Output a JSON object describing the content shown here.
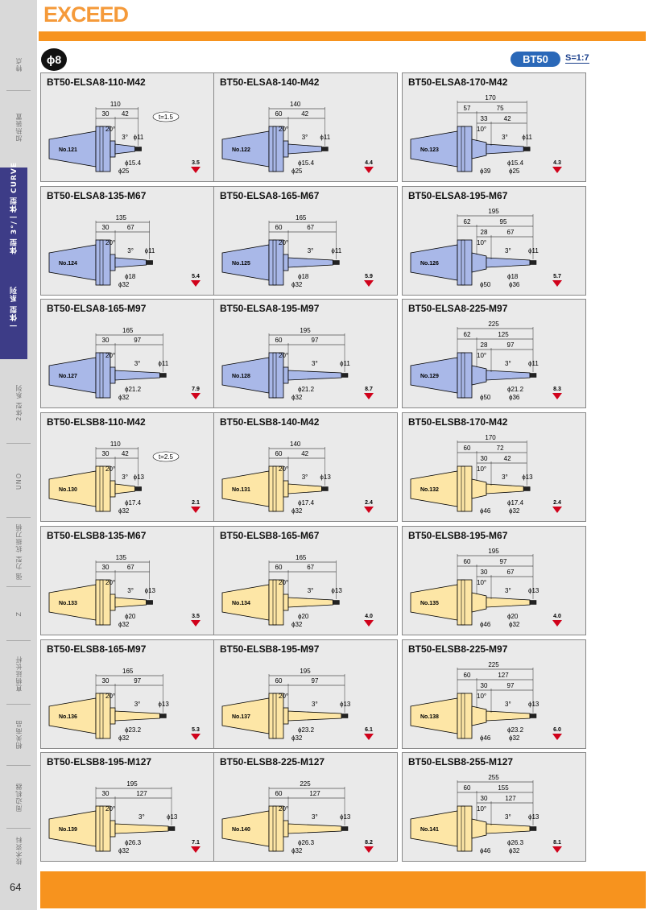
{
  "header": {
    "logo": "EXCEED",
    "diameter_badge": "ϕ8",
    "holder_badge": "BT50",
    "scale": "S=1:7"
  },
  "page_number": "64",
  "sidebar": {
    "items": [
      {
        "label": "特点",
        "active": false
      },
      {
        "label": "加热装置",
        "active": false
      },
      {
        "label": "一体型 3°/一体型 CURVE",
        "active": true
      },
      {
        "label": "一体型 系列",
        "active": true
      },
      {
        "label": "2体型 系列",
        "active": false
      },
      {
        "label": "UNO",
        "active": false
      },
      {
        "label": "强 力型 抗振刀柄",
        "active": false
      },
      {
        "label": "Z",
        "active": false
      },
      {
        "label": "直柄延长杆",
        "active": false
      },
      {
        "label": "相关商品",
        "active": false
      },
      {
        "label": "周边机器",
        "active": false
      },
      {
        "label": "技术资料",
        "active": false
      }
    ]
  },
  "colors": {
    "blue_body": "#a9b8e8",
    "yellow_body": "#fde6a6",
    "orange": "#f7931e",
    "arrow_red": "#d0021b"
  },
  "products": [
    {
      "model": "BT50-ELSA8-110-M42",
      "no": "No.121",
      "color": "blue",
      "L": "110",
      "a": "30",
      "b": "42",
      "angle": "20°",
      "taper": "3°",
      "d_tip": "ϕ11",
      "d1": "ϕ15.4",
      "d2": "ϕ25",
      "weight": "3.5",
      "t_note": "t=1.5"
    },
    {
      "model": "BT50-ELSA8-140-M42",
      "no": "No.122",
      "color": "blue",
      "L": "140",
      "a": "60",
      "b": "42",
      "angle": "20°",
      "taper": "3°",
      "d_tip": "ϕ11",
      "d1": "ϕ15.4",
      "d2": "ϕ25",
      "weight": "4.4"
    },
    {
      "model": "BT50-ELSA8-170-M42",
      "no": "No.123",
      "color": "blue",
      "L": "170",
      "a": "57",
      "b": "75",
      "c": "33",
      "e": "42",
      "angle": "10°",
      "taper": "3°",
      "d_tip": "ϕ11",
      "d1": "ϕ15.4",
      "d2": "ϕ25",
      "d3": "ϕ39",
      "weight": "4.3"
    },
    {
      "model": "BT50-ELSA8-135-M67",
      "no": "No.124",
      "color": "blue",
      "L": "135",
      "a": "30",
      "b": "67",
      "angle": "20°",
      "taper": "3°",
      "d_tip": "ϕ11",
      "d1": "ϕ18",
      "d2": "ϕ32",
      "weight": "5.4"
    },
    {
      "model": "BT50-ELSA8-165-M67",
      "no": "No.125",
      "color": "blue",
      "L": "165",
      "a": "60",
      "b": "67",
      "angle": "20°",
      "taper": "3°",
      "d_tip": "ϕ11",
      "d1": "ϕ18",
      "d2": "ϕ32",
      "weight": "5.9"
    },
    {
      "model": "BT50-ELSA8-195-M67",
      "no": "No.126",
      "color": "blue",
      "L": "195",
      "a": "62",
      "b": "95",
      "c": "28",
      "e": "67",
      "angle": "10°",
      "taper": "3°",
      "d_tip": "ϕ11",
      "d1": "ϕ18",
      "d2": "ϕ36",
      "d3": "ϕ50",
      "weight": "5.7"
    },
    {
      "model": "BT50-ELSA8-165-M97",
      "no": "No.127",
      "color": "blue",
      "L": "165",
      "a": "30",
      "b": "97",
      "angle": "20°",
      "taper": "3°",
      "d_tip": "ϕ11",
      "d1": "ϕ21.2",
      "d2": "ϕ32",
      "weight": "7.9"
    },
    {
      "model": "BT50-ELSA8-195-M97",
      "no": "No.128",
      "color": "blue",
      "L": "195",
      "a": "60",
      "b": "97",
      "angle": "20°",
      "taper": "3°",
      "d_tip": "ϕ11",
      "d1": "ϕ21.2",
      "d2": "ϕ32",
      "weight": "8.7"
    },
    {
      "model": "BT50-ELSA8-225-M97",
      "no": "No.129",
      "color": "blue",
      "L": "225",
      "a": "62",
      "b": "125",
      "c": "28",
      "e": "97",
      "angle": "10°",
      "taper": "3°",
      "d_tip": "ϕ11",
      "d1": "ϕ21.2",
      "d2": "ϕ36",
      "d3": "ϕ50",
      "weight": "8.3"
    },
    {
      "model": "BT50-ELSB8-110-M42",
      "no": "No.130",
      "color": "yellow",
      "L": "110",
      "a": "30",
      "b": "42",
      "angle": "20°",
      "taper": "3°",
      "d_tip": "ϕ13",
      "d1": "ϕ17.4",
      "d2": "ϕ32",
      "weight": "2.1",
      "t_note": "t=2.5"
    },
    {
      "model": "BT50-ELSB8-140-M42",
      "no": "No.131",
      "color": "yellow",
      "L": "140",
      "a": "60",
      "b": "42",
      "angle": "20°",
      "taper": "3°",
      "d_tip": "ϕ13",
      "d1": "ϕ17.4",
      "d2": "ϕ32",
      "weight": "2.4"
    },
    {
      "model": "BT50-ELSB8-170-M42",
      "no": "No.132",
      "color": "yellow",
      "L": "170",
      "a": "60",
      "b": "72",
      "c": "30",
      "e": "42",
      "angle": "10°",
      "taper": "3°",
      "d_tip": "ϕ13",
      "d1": "ϕ17.4",
      "d2": "ϕ32",
      "d3": "ϕ46",
      "weight": "2.4"
    },
    {
      "model": "BT50-ELSB8-135-M67",
      "no": "No.133",
      "color": "yellow",
      "L": "135",
      "a": "30",
      "b": "67",
      "angle": "20°",
      "taper": "3°",
      "d_tip": "ϕ13",
      "d1": "ϕ20",
      "d2": "ϕ32",
      "weight": "3.5"
    },
    {
      "model": "BT50-ELSB8-165-M67",
      "no": "No.134",
      "color": "yellow",
      "L": "165",
      "a": "60",
      "b": "67",
      "angle": "20°",
      "taper": "3°",
      "d_tip": "ϕ13",
      "d1": "ϕ20",
      "d2": "ϕ32",
      "weight": "4.0"
    },
    {
      "model": "BT50-ELSB8-195-M67",
      "no": "No.135",
      "color": "yellow",
      "L": "195",
      "a": "60",
      "b": "97",
      "c": "30",
      "e": "67",
      "angle": "10°",
      "taper": "3°",
      "d_tip": "ϕ13",
      "d1": "ϕ20",
      "d2": "ϕ32",
      "d3": "ϕ46",
      "weight": "4.0"
    },
    {
      "model": "BT50-ELSB8-165-M97",
      "no": "No.136",
      "color": "yellow",
      "L": "165",
      "a": "30",
      "b": "97",
      "angle": "20°",
      "taper": "3°",
      "d_tip": "ϕ13",
      "d1": "ϕ23.2",
      "d2": "ϕ32",
      "weight": "5.3"
    },
    {
      "model": "BT50-ELSB8-195-M97",
      "no": "No.137",
      "color": "yellow",
      "L": "195",
      "a": "60",
      "b": "97",
      "angle": "20°",
      "taper": "3°",
      "d_tip": "ϕ13",
      "d1": "ϕ23.2",
      "d2": "ϕ32",
      "weight": "6.1"
    },
    {
      "model": "BT50-ELSB8-225-M97",
      "no": "No.138",
      "color": "yellow",
      "L": "225",
      "a": "60",
      "b": "127",
      "c": "30",
      "e": "97",
      "angle": "10°",
      "taper": "3°",
      "d_tip": "ϕ13",
      "d1": "ϕ23.2",
      "d2": "ϕ32",
      "d3": "ϕ46",
      "weight": "6.0"
    },
    {
      "model": "BT50-ELSB8-195-M127",
      "no": "No.139",
      "color": "yellow",
      "L": "195",
      "a": "30",
      "b": "127",
      "angle": "20°",
      "taper": "3°",
      "d_tip": "ϕ13",
      "d1": "ϕ26.3",
      "d2": "ϕ32",
      "weight": "7.1"
    },
    {
      "model": "BT50-ELSB8-225-M127",
      "no": "No.140",
      "color": "yellow",
      "L": "225",
      "a": "60",
      "b": "127",
      "angle": "20°",
      "taper": "3°",
      "d_tip": "ϕ13",
      "d1": "ϕ26.3",
      "d2": "ϕ32",
      "weight": "8.2"
    },
    {
      "model": "BT50-ELSB8-255-M127",
      "no": "No.141",
      "color": "yellow",
      "L": "255",
      "a": "60",
      "b": "155",
      "c": "30",
      "e": "127",
      "angle": "10°",
      "taper": "3°",
      "d_tip": "ϕ13",
      "d1": "ϕ26.3",
      "d2": "ϕ32",
      "d3": "ϕ46",
      "weight": "8.1"
    }
  ]
}
